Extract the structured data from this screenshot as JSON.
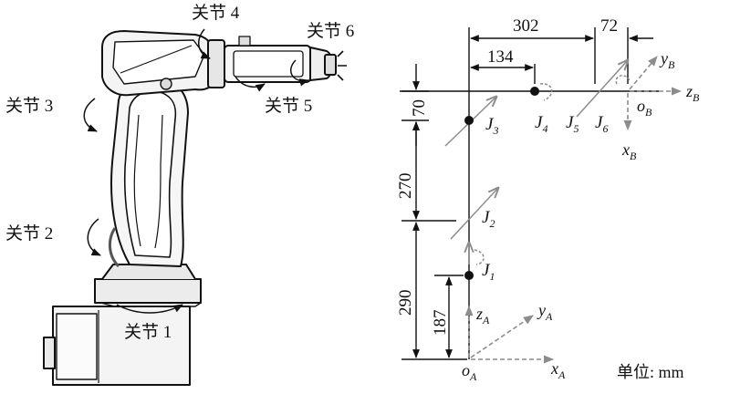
{
  "robot_labels": {
    "joint1": "关节 1",
    "joint2": "关节 2",
    "joint3": "关节 3",
    "joint4": "关节 4",
    "joint5": "关节 5",
    "joint6": "关节 6"
  },
  "dimensions": {
    "d302": "302",
    "d134": "134",
    "d72": "72",
    "d70": "70",
    "d270": "270",
    "d290": "290",
    "d187": "187"
  },
  "joints": {
    "J1": {
      "base": "J",
      "sub": "1"
    },
    "J2": {
      "base": "J",
      "sub": "2"
    },
    "J3": {
      "base": "J",
      "sub": "3"
    },
    "J4": {
      "base": "J",
      "sub": "4"
    },
    "J5": {
      "base": "J",
      "sub": "5"
    },
    "J6": {
      "base": "J",
      "sub": "6"
    }
  },
  "frames": {
    "A": {
      "z": "z",
      "y": "y",
      "x": "x",
      "o": "o",
      "sub": "A"
    },
    "B": {
      "z": "z",
      "y": "y",
      "x": "x",
      "o": "o",
      "sub": "B"
    }
  },
  "unit_label": "单位: mm",
  "colors": {
    "ink": "#111111",
    "gray_arrow": "#8c8c8c",
    "robot_fill": "#f2f2f2",
    "robot_shade": "#555555"
  }
}
